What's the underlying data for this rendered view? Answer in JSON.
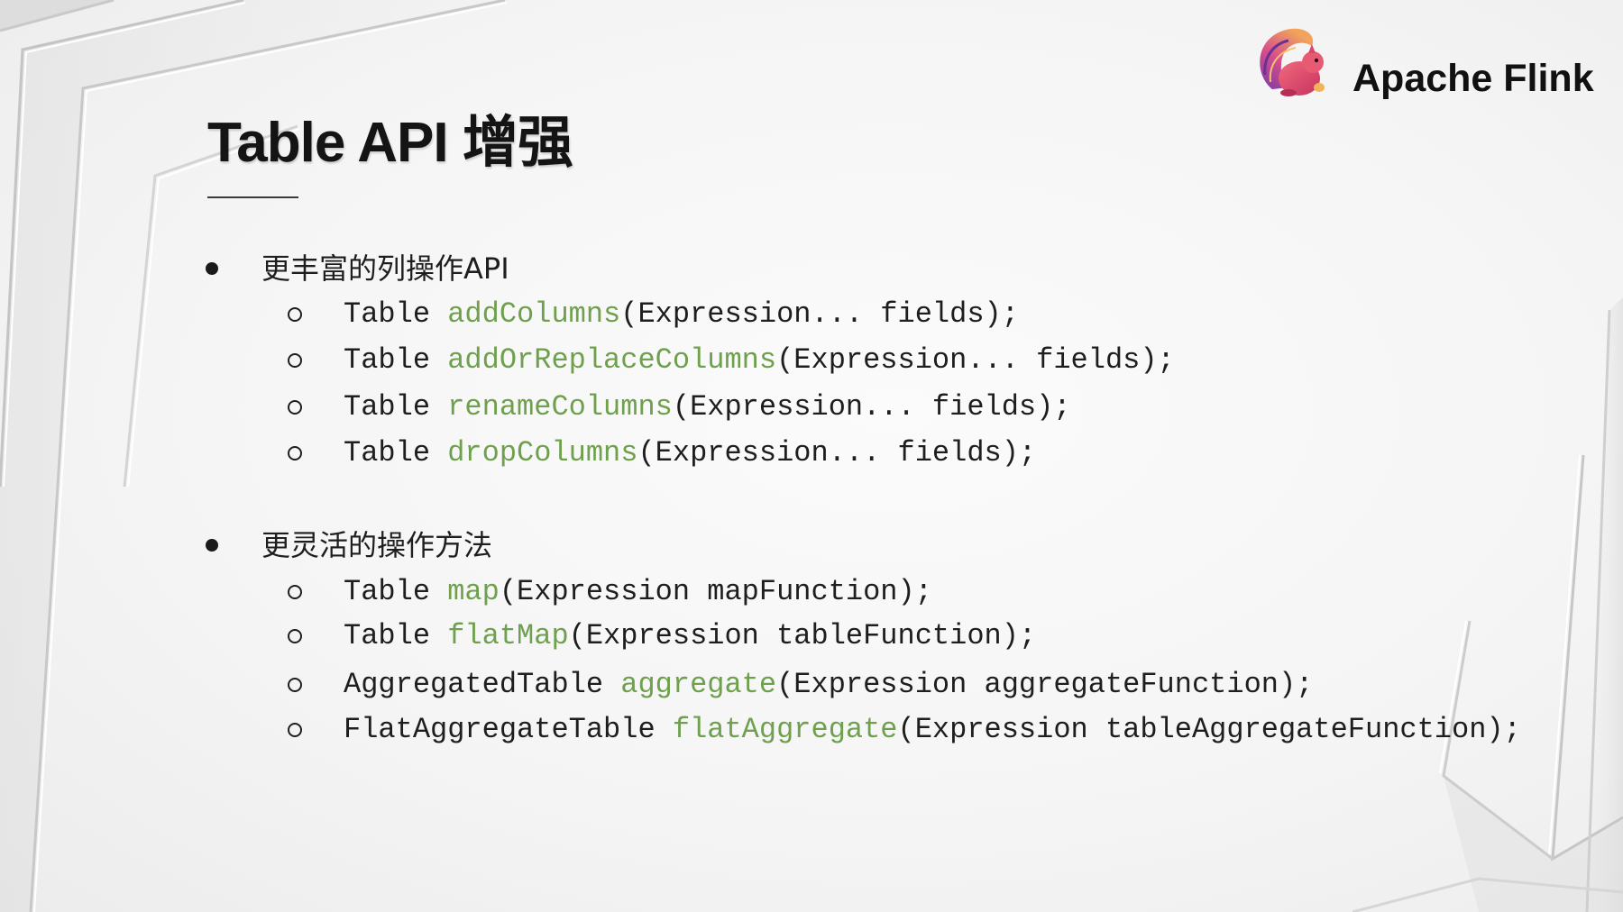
{
  "brand": {
    "name": "Apache Flink",
    "logo_icon": "flink-squirrel-logo-icon"
  },
  "title": "Table API 增强",
  "sections": [
    {
      "heading": "更丰富的列操作API",
      "items": [
        {
          "return_type": "Table",
          "method": "addColumns",
          "args": "(Expression... fields);"
        },
        {
          "return_type": "Table",
          "method": "addOrReplaceColumns",
          "args": "(Expression... fields);"
        },
        {
          "return_type": "Table",
          "method": "renameColumns",
          "args": "(Expression... fields);"
        },
        {
          "return_type": "Table",
          "method": "dropColumns",
          "args": "(Expression... fields);"
        }
      ]
    },
    {
      "heading": "更灵活的操作方法",
      "items": [
        {
          "return_type": "Table",
          "method": "map",
          "args": "(Expression mapFunction);"
        },
        {
          "return_type": "Table",
          "method": "flatMap",
          "args": "(Expression tableFunction);"
        },
        {
          "return_type": "AggregatedTable",
          "method": "aggregate",
          "args": "(Expression aggregateFunction);"
        },
        {
          "return_type": "FlatAggregateTable",
          "method": "flatAggregate",
          "args": "(Expression tableAggregateFunction);"
        }
      ]
    }
  ],
  "colors": {
    "method_name": "#6fa04e",
    "text": "#1e1e1e"
  }
}
